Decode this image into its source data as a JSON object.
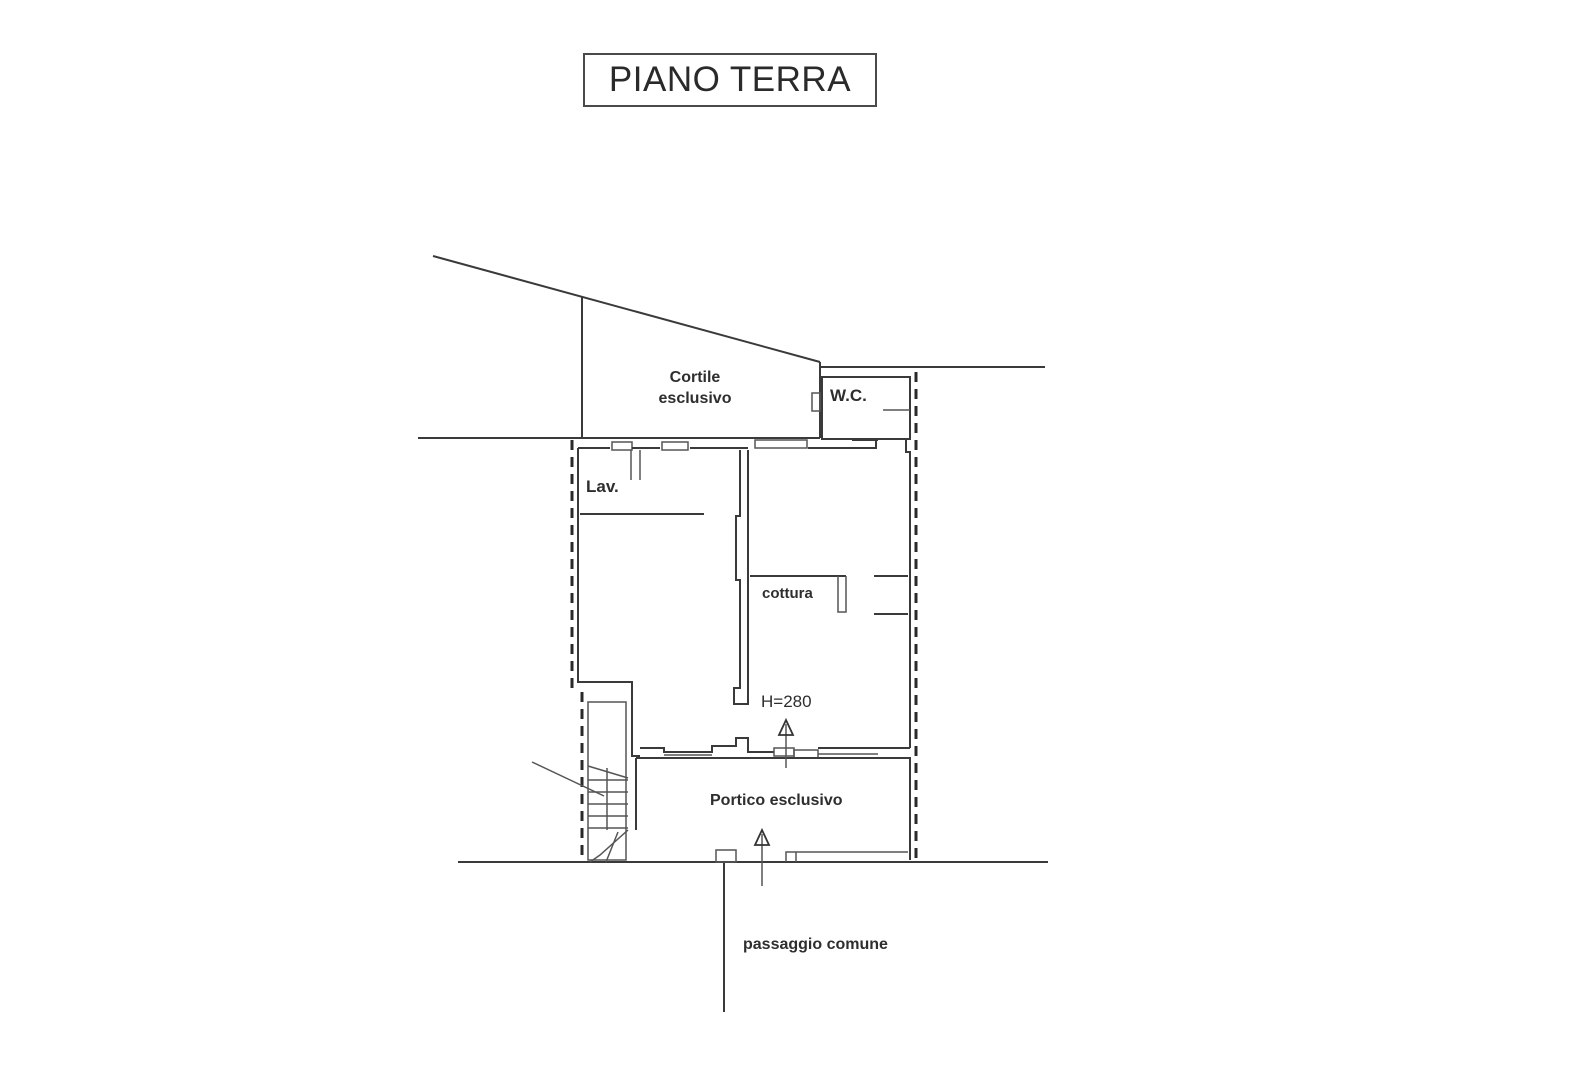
{
  "title": "PIANO TERRA",
  "rooms": {
    "cortile": {
      "line1": "Cortile",
      "line2": "esclusivo"
    },
    "wc": "W.C.",
    "lav": "Lav.",
    "cottura": "cottura",
    "height": "H=280",
    "portico": "Portico esclusivo",
    "passaggio": "passaggio comune"
  },
  "colors": {
    "line": "#3a3a3a",
    "background": "#ffffff"
  }
}
